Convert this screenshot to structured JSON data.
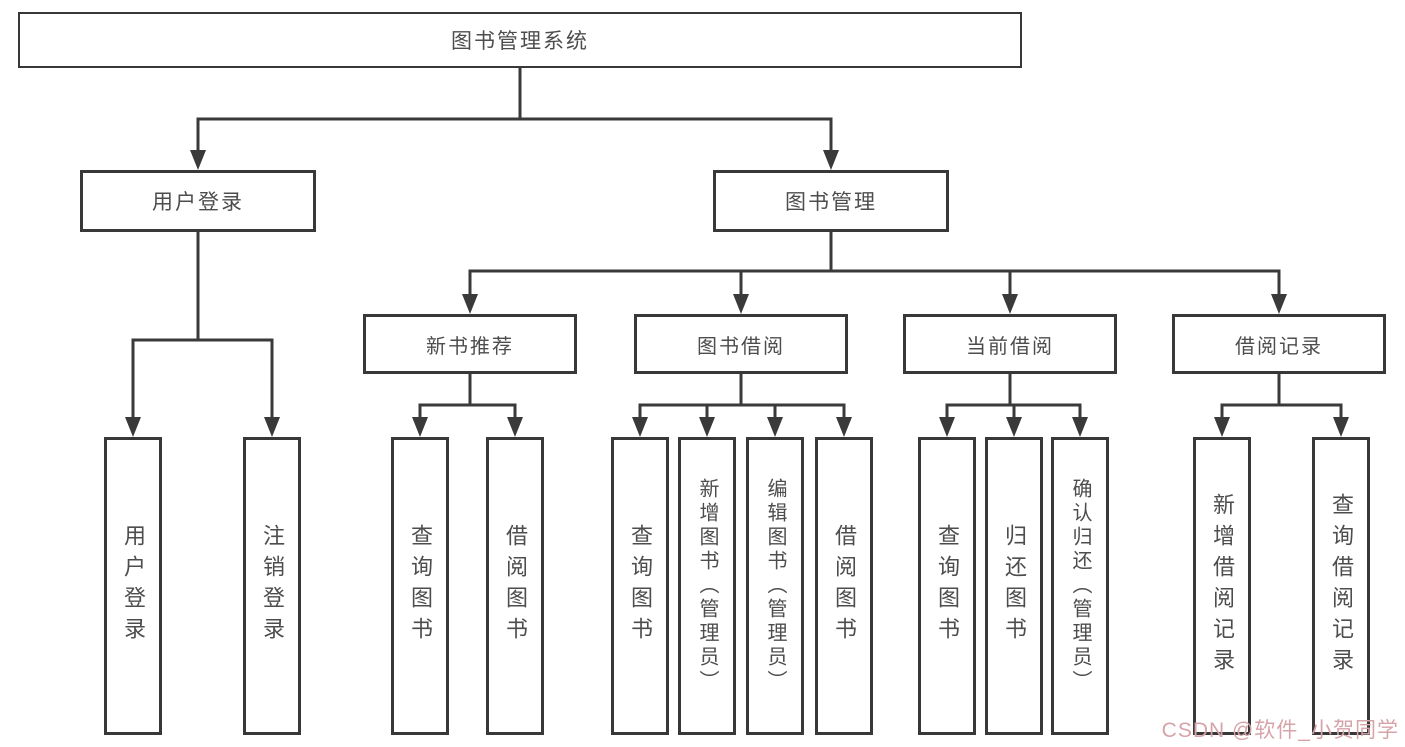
{
  "tree": {
    "root": "图书管理系统",
    "branches": [
      {
        "label": "用户登录",
        "children": [
          "用户登录",
          "注销登录"
        ]
      },
      {
        "label": "图书管理",
        "sections": [
          {
            "label": "新书推荐",
            "children": [
              "查询图书",
              "借阅图书"
            ]
          },
          {
            "label": "图书借阅",
            "children": [
              "查询图书",
              "新增图书（管理员）",
              "编辑图书（管理员）",
              "借阅图书"
            ]
          },
          {
            "label": "当前借阅",
            "children": [
              "查询图书",
              "归还图书",
              "确认归还（管理员）"
            ]
          },
          {
            "label": "借阅记录",
            "children": [
              "新增借阅记录",
              "查询借阅记录"
            ]
          }
        ]
      }
    ]
  },
  "colors": {
    "line": "#3a3a3a",
    "box_border": "#383838",
    "text": "#4d4d4d",
    "watermark": "#d6a3a9"
  },
  "watermark": {
    "text": "CSDN @软件_小贺同学"
  }
}
